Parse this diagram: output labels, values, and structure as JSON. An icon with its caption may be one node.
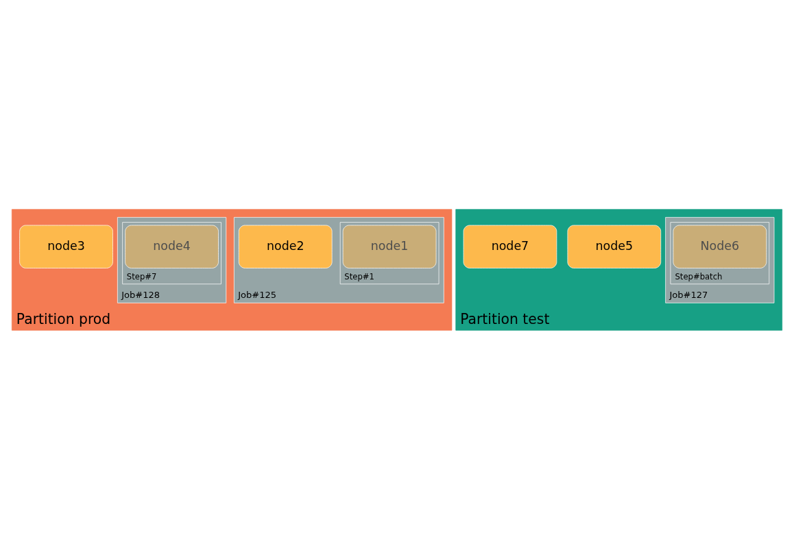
{
  "diagram": {
    "nodes": [
      {
        "text": [
          "Partition prod"
        ]
      },
      {
        "text": [
          "Job#125"
        ],
        "in": 0
      },
      {
        "text": [
          "Step#1"
        ],
        "in": 1
      },
      {
        "text": [
          "node1"
        ],
        "in": 2
      },
      {
        "text": [
          "node2"
        ],
        "in": 1
      },
      {
        "text": [
          "node3"
        ],
        "in": 0
      },
      {
        "text": [
          "Job#128"
        ],
        "in": 0
      },
      {
        "text": [
          "Step#7"
        ],
        "in": 6
      },
      {
        "text": [
          "node4"
        ],
        "in": 7
      },
      {
        "text": [
          "Partition test"
        ]
      },
      {
        "text": [
          "node5"
        ],
        "in": 9
      },
      {
        "text": [
          "node7"
        ],
        "in": 9
      },
      {
        "text": [
          "Job#127"
        ],
        "in": 9
      },
      {
        "text": [
          "Step#batch"
        ],
        "in": 12
      },
      {
        "text": [
          "Node6"
        ],
        "in": 13
      }
    ],
    "edges": []
  }
}
